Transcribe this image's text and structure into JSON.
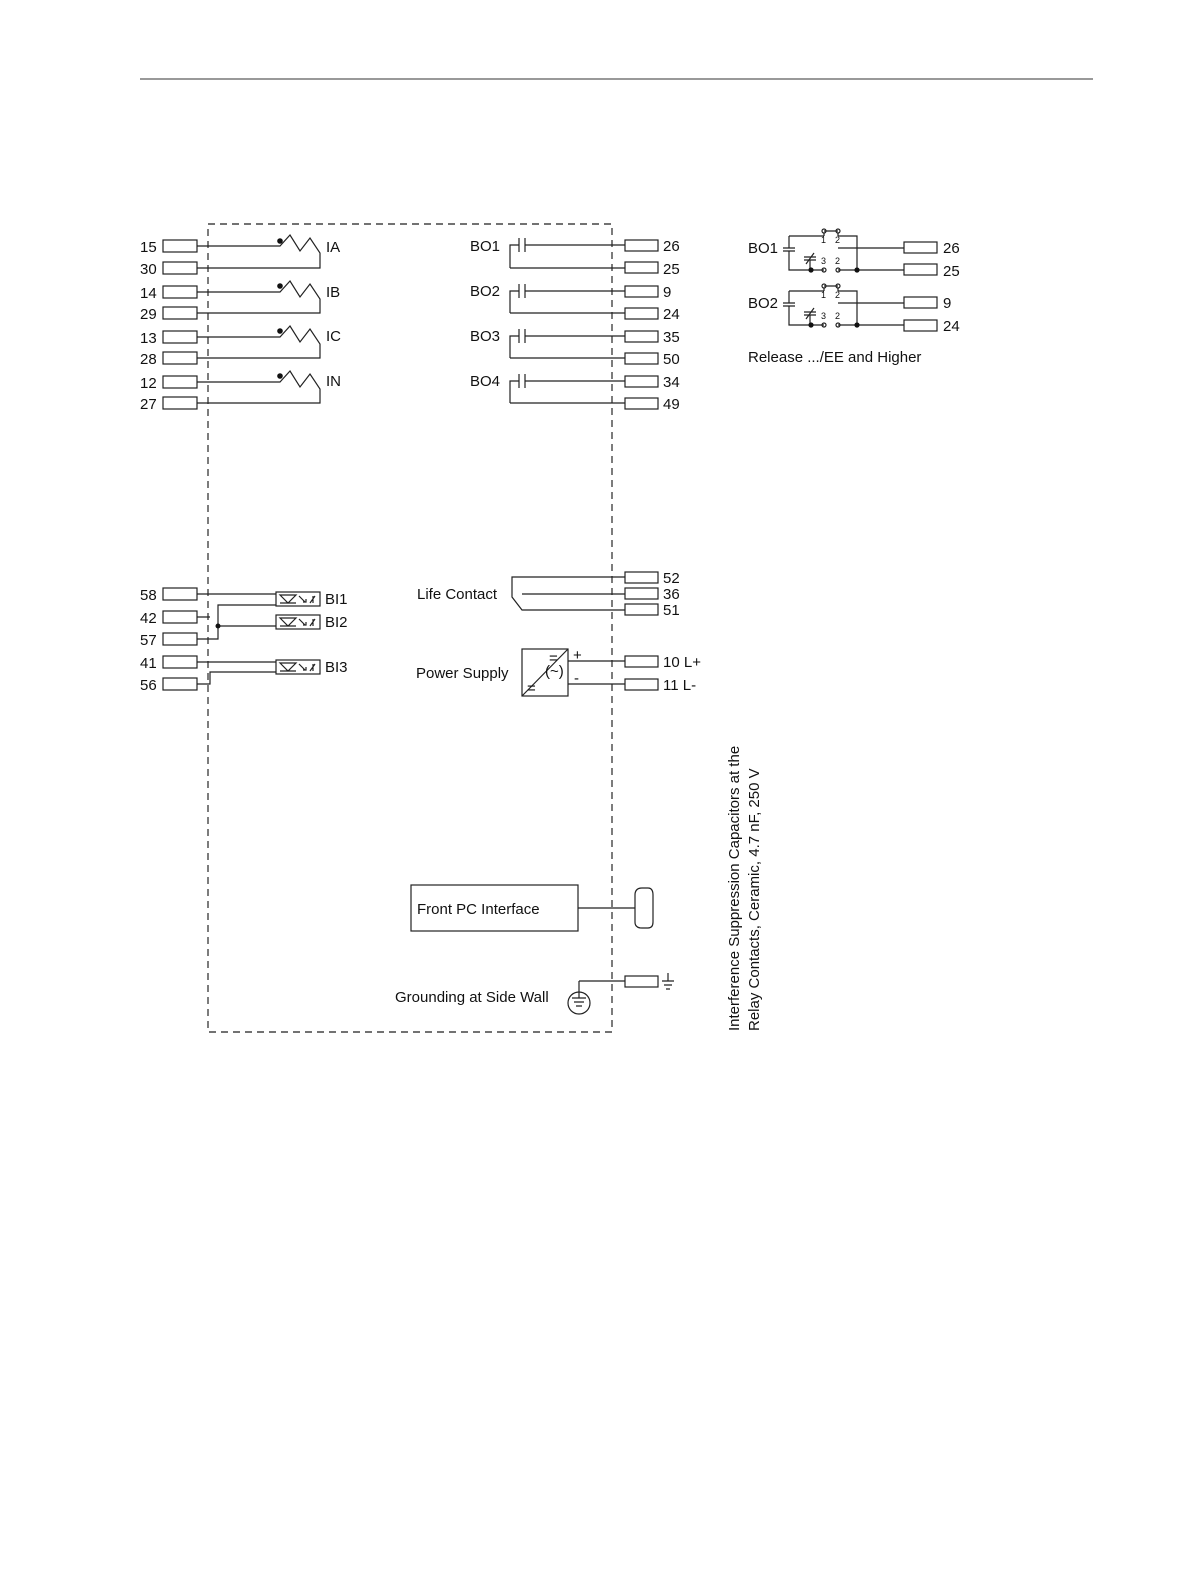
{
  "terminals_left": [
    {
      "label": "15"
    },
    {
      "label": "30"
    },
    {
      "label": "14"
    },
    {
      "label": "29"
    },
    {
      "label": "13"
    },
    {
      "label": "28"
    },
    {
      "label": "12"
    },
    {
      "label": "27"
    }
  ],
  "current_inputs": [
    {
      "label": "IA"
    },
    {
      "label": "IB"
    },
    {
      "label": "IC"
    },
    {
      "label": "IN"
    }
  ],
  "binary_outputs": [
    {
      "label": "BO1",
      "terminals": [
        "26",
        "25"
      ]
    },
    {
      "label": "BO2",
      "terminals": [
        "9",
        "24"
      ]
    },
    {
      "label": "BO3",
      "terminals": [
        "35",
        "50"
      ]
    },
    {
      "label": "BO4",
      "terminals": [
        "34",
        "49"
      ]
    }
  ],
  "binary_input_terminals": [
    {
      "label": "58"
    },
    {
      "label": "42"
    },
    {
      "label": "57"
    },
    {
      "label": "41"
    },
    {
      "label": "56"
    }
  ],
  "binary_inputs": [
    {
      "label": "BI1"
    },
    {
      "label": "BI2"
    },
    {
      "label": "BI3"
    }
  ],
  "life_contact": {
    "label": "Life Contact",
    "terminals": [
      "52",
      "36",
      "51"
    ]
  },
  "power_supply": {
    "label": "Power Supply",
    "plus": "+",
    "minus": "-",
    "terminals": [
      "10 L+",
      "11 L-"
    ]
  },
  "ps_symbol": {
    "dc_top": "=",
    "ac": "(~)",
    "dc_bottom": "="
  },
  "front_pc": {
    "label": "Front PC Interface"
  },
  "grounding": {
    "label": "Grounding at Side Wall"
  },
  "detail": {
    "outputs": [
      {
        "label": "BO1",
        "terminals": [
          "26",
          "25"
        ]
      },
      {
        "label": "BO2",
        "terminals": [
          "9",
          "24"
        ]
      }
    ],
    "pin_numbers": {
      "p1": "1",
      "p2": "2",
      "p3": "3"
    },
    "caption": "Release .../EE and Higher"
  },
  "note": {
    "line1": "Interference Suppression Capacitors at the",
    "line2": "Relay Contacts, Ceramic, 4.7 nF, 250 V"
  }
}
